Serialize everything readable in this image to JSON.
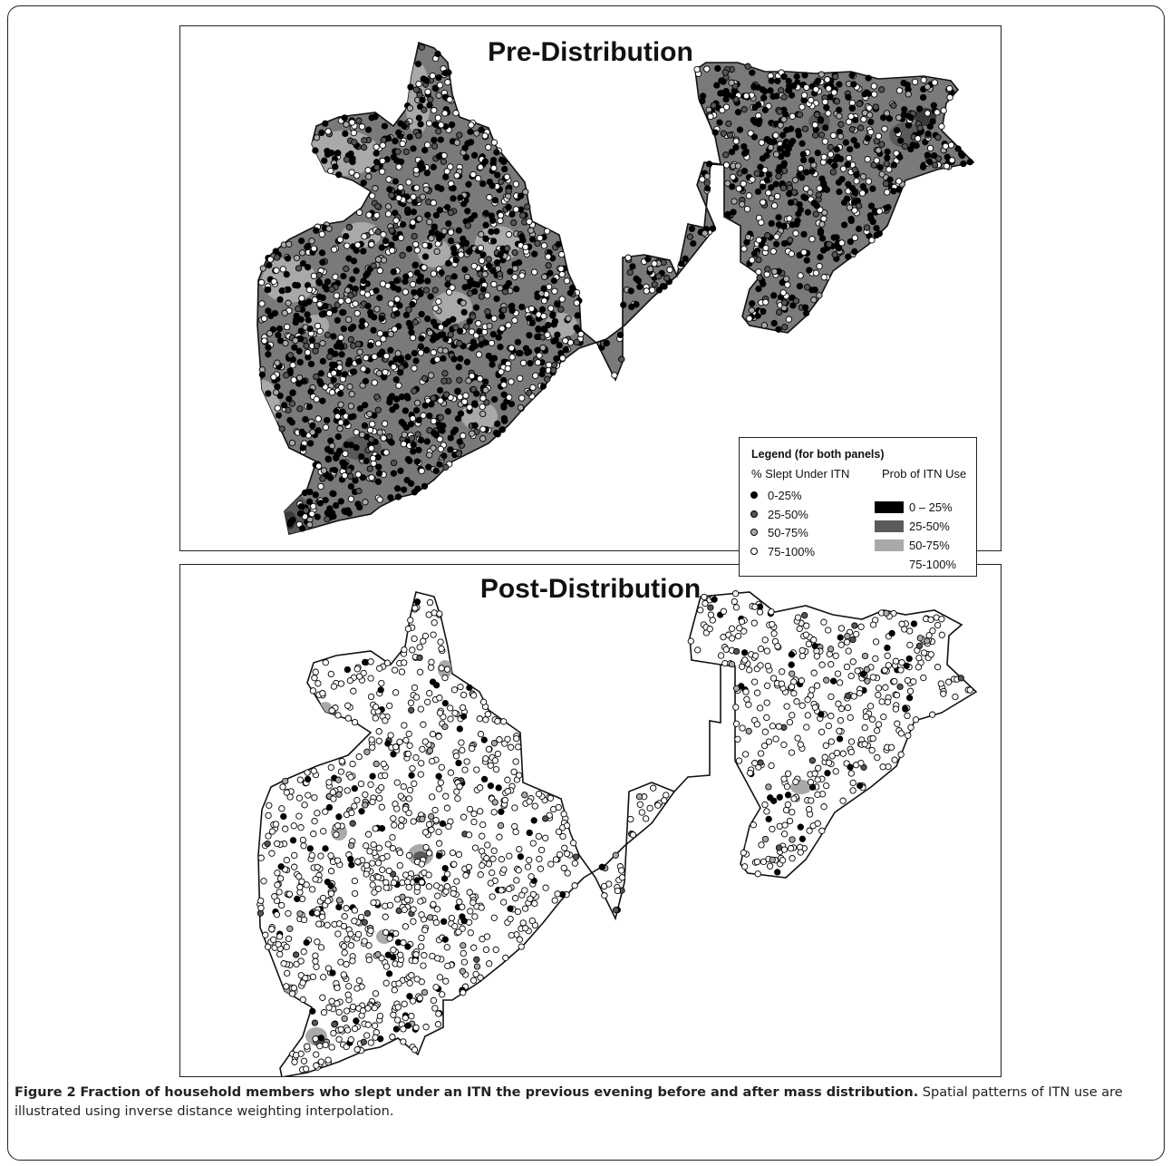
{
  "panels": [
    {
      "title": "Pre-Distribution",
      "field": "predominantly-25-50",
      "points": "mixed"
    },
    {
      "title": "Post-Distribution",
      "field": "predominantly-75-100",
      "points": "mostly-75-100"
    }
  ],
  "legend": {
    "title": "Legend (for both panels)",
    "points_header": "% Slept Under ITN",
    "surface_header": "Prob of ITN Use",
    "points": [
      {
        "label": "0-25%",
        "color": "#000000"
      },
      {
        "label": "25-50%",
        "color": "#555555"
      },
      {
        "label": "50-75%",
        "color": "#aaaaaa"
      },
      {
        "label": "75-100%",
        "color": "#ffffff"
      }
    ],
    "surface": [
      {
        "label": "0 – 25%",
        "color": "#000000"
      },
      {
        "label": "25-50%",
        "color": "#5a5a5a"
      },
      {
        "label": "50-75%",
        "color": "#a9a9a9"
      },
      {
        "label": "75-100%",
        "color": "#ffffff"
      }
    ]
  },
  "caption": {
    "label": "Figure 2",
    "title": "Fraction of household members who slept under an ITN the previous evening before and after mass distribution.",
    "text": "Spatial patterns of ITN use are illustrated using inverse distance weighting interpolation."
  }
}
